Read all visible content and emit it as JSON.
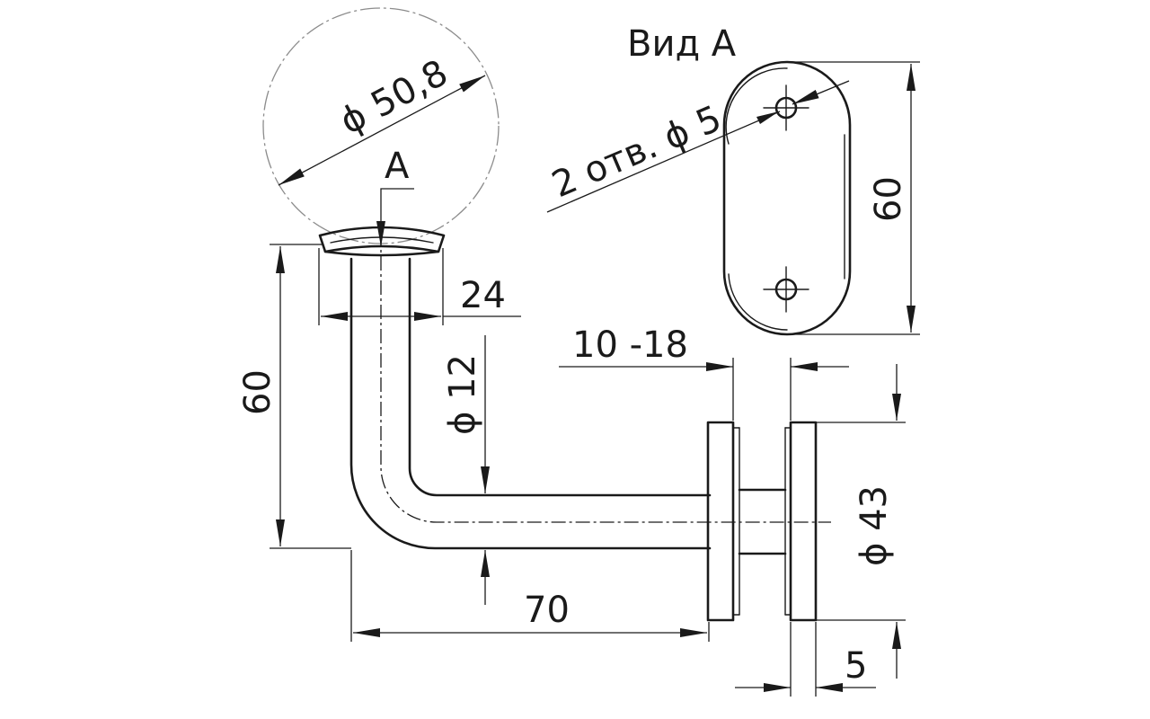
{
  "view_title": "Вид А",
  "section_mark": "А",
  "handrail_diameter": "ϕ 50,8",
  "holes_label": "2 отв. ϕ 5",
  "plate_length": "60",
  "saddle_width": "24",
  "rod_diameter": "ϕ 12",
  "gap_range": "10 -18",
  "height": "60",
  "flange_diameter": "ϕ 43",
  "reach": "70",
  "flange_thickness": "5"
}
